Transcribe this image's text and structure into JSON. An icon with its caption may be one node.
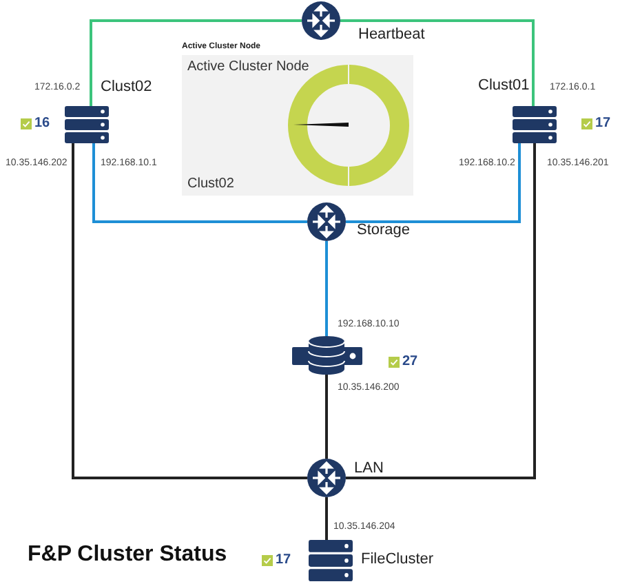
{
  "diagram": {
    "title": "F&P Cluster Status",
    "nodes": [
      {
        "text": [
          "Heartbeat"
        ]
      },
      {
        "text": [
          "Clust02"
        ],
        "beside": [
          "172.16.0.2",
          "16",
          "10.35.146.202",
          "192.168.10.1"
        ]
      },
      {
        "text": [
          "Clust01"
        ],
        "beside": [
          "172.16.0.1",
          "17",
          "192.168.10.2",
          "10.35.146.201"
        ]
      },
      {
        "text": [
          "Storage"
        ]
      },
      {
        "text": [],
        "shape": "cylinder",
        "beside": [
          "192.168.10.10",
          "27",
          "10.35.146.200"
        ]
      },
      {
        "text": [
          "LAN"
        ]
      },
      {
        "text": [
          "FileCluster"
        ],
        "beside": [
          "10.35.146.204",
          "17"
        ]
      },
      {
        "text": [
          "Active Cluster Node",
          "Active Cluster Node",
          "Clust02"
        ]
      }
    ],
    "edges": [
      {
        "from": 0,
        "to": 1,
        "arrow": "none",
        "color": "#3cc47c"
      },
      {
        "from": 0,
        "to": 2,
        "arrow": "none",
        "color": "#3cc47c"
      },
      {
        "from": 1,
        "to": 3,
        "arrow": "none",
        "color": "#1e8fd6"
      },
      {
        "from": 2,
        "to": 3,
        "arrow": "none",
        "color": "#1e8fd6"
      },
      {
        "from": 3,
        "to": 4,
        "arrow": "none",
        "color": "#1e8fd6"
      },
      {
        "from": 4,
        "to": 5,
        "arrow": "none"
      },
      {
        "from": 1,
        "to": 5,
        "arrow": "none"
      },
      {
        "from": 2,
        "to": 5,
        "arrow": "none"
      },
      {
        "from": 5,
        "to": 6,
        "arrow": "none"
      }
    ]
  }
}
